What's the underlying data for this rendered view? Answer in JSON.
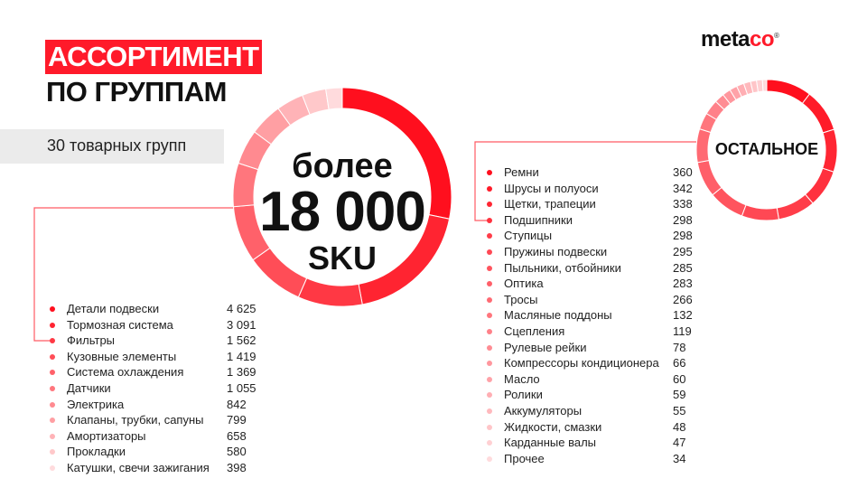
{
  "header": {
    "title_line1": "АССОРТИМЕНТ",
    "title_line2": "ПО ГРУППАМ",
    "subtitle": "30 товарных групп",
    "logo_a": "meta",
    "logo_b": "co",
    "logo_mark": "®"
  },
  "main_donut": {
    "line1": "более",
    "line2": "18 000",
    "line3": "SKU"
  },
  "rest_donut": {
    "label": "ОСТАЛЬНОЕ"
  },
  "chart_data": [
    {
      "type": "pie",
      "title": "более 18 000 SKU",
      "categories": [
        "Детали подвески",
        "Тормозная система",
        "Фильтры",
        "Кузовные элементы",
        "Система охлаждения",
        "Датчики",
        "Электрика",
        "Клапаны, трубки, сапуны",
        "Амортизаторы",
        "Прокладки",
        "Катушки, свечи зажигания"
      ],
      "values": [
        4625,
        3091,
        1562,
        1419,
        1369,
        1055,
        842,
        799,
        658,
        580,
        398
      ],
      "labels": [
        "4 625",
        "3 091",
        "1 562",
        "1 419",
        "1 369",
        "1 055",
        "842",
        "799",
        "658",
        "580",
        "398"
      ]
    },
    {
      "type": "pie",
      "title": "ОСТАЛЬНОЕ",
      "categories": [
        "Ремни",
        "Шрусы и полуоси",
        "Щетки, трапеции",
        "Подшипники",
        "Ступицы",
        "Пружины подвески",
        "Пыльники, отбойники",
        "Оптика",
        "Тросы",
        "Масляные поддоны",
        "Сцепления",
        "Рулевые рейки",
        "Компрессоры кондиционера",
        "Масло",
        "Ролики",
        "Аккумуляторы",
        "Жидкости, смазки",
        "Карданные валы",
        "Прочее"
      ],
      "values": [
        360,
        342,
        338,
        298,
        298,
        295,
        285,
        283,
        266,
        132,
        119,
        78,
        66,
        60,
        59,
        55,
        48,
        47,
        34
      ],
      "labels": [
        "360",
        "342",
        "338",
        "298",
        "298",
        "295",
        "285",
        "283",
        "266",
        "132",
        "119",
        "78",
        "66",
        "60",
        "59",
        "55",
        "48",
        "47",
        "34"
      ]
    }
  ]
}
